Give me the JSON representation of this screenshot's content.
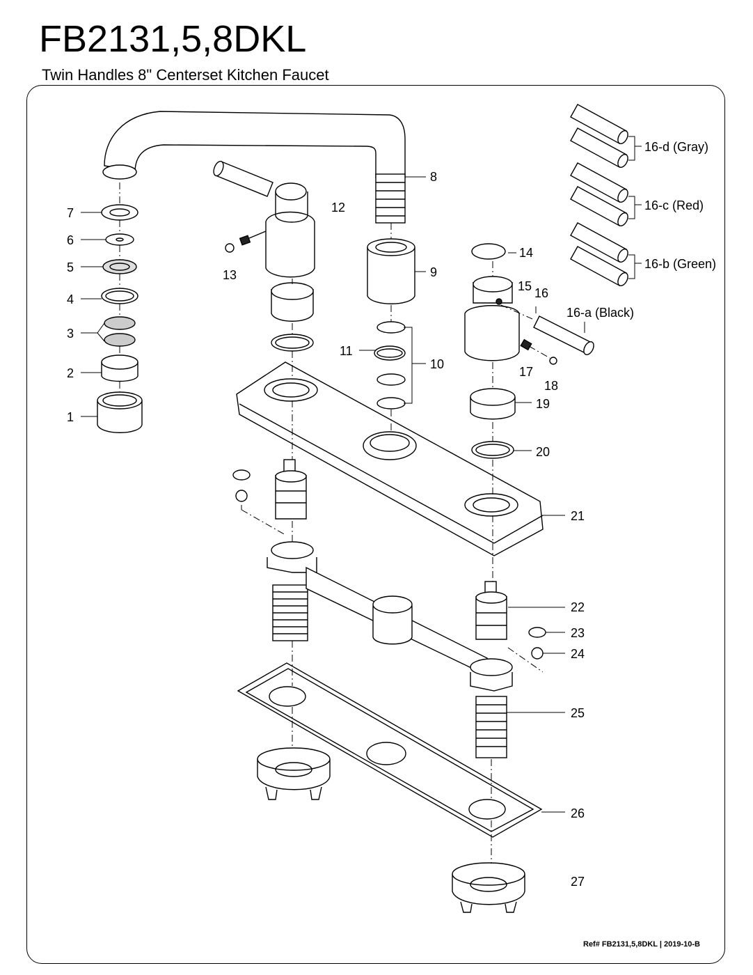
{
  "header": {
    "title": "FB2131,5,8DKL",
    "subtitle": "Twin Handles 8\" Centerset Kitchen Faucet"
  },
  "parts": {
    "p1": "1",
    "p2": "2",
    "p3": "3",
    "p4": "4",
    "p5": "5",
    "p6": "6",
    "p7": "7",
    "p8": "8",
    "p9": "9",
    "p10": "10",
    "p11": "11",
    "p12": "12",
    "p13": "13",
    "p14": "14",
    "p15": "15",
    "p16": "16",
    "p16a": "16-a (Black)",
    "p16b": "16-b (Green)",
    "p16c": "16-c (Red)",
    "p16d": "16-d (Gray)",
    "p17": "17",
    "p18": "18",
    "p19": "19",
    "p20": "20",
    "p21": "21",
    "p22": "22",
    "p23": "23",
    "p24": "24",
    "p25": "25",
    "p26": "26",
    "p27": "27"
  },
  "footer": {
    "ref": "Ref# FB2131,5,8DKL | 2019-10-B"
  }
}
